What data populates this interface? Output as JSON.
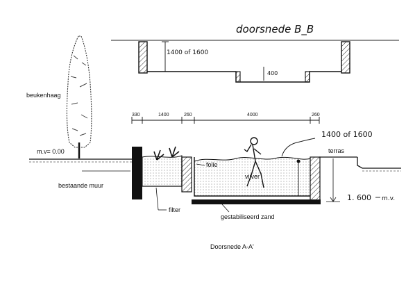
{
  "top_title": "doorsnede B_B",
  "top_dim_depth": "1400 of 1600",
  "top_dim_small": "400",
  "dims": [
    "330",
    "1400",
    "260",
    "4000",
    "260"
  ],
  "right_dim": "1400 of 1600",
  "labels": {
    "hedge": "beukenhaag",
    "level": "m.v= 0.00",
    "wall": "bestaande muur",
    "foil": "folie",
    "pond": "vijver",
    "filter": "filter",
    "sand": "gestabiliseerd zand",
    "terrace": "terras",
    "depth": "1. 600",
    "depth_unit": "m.v."
  },
  "caption": "Doorsnede A-A'"
}
